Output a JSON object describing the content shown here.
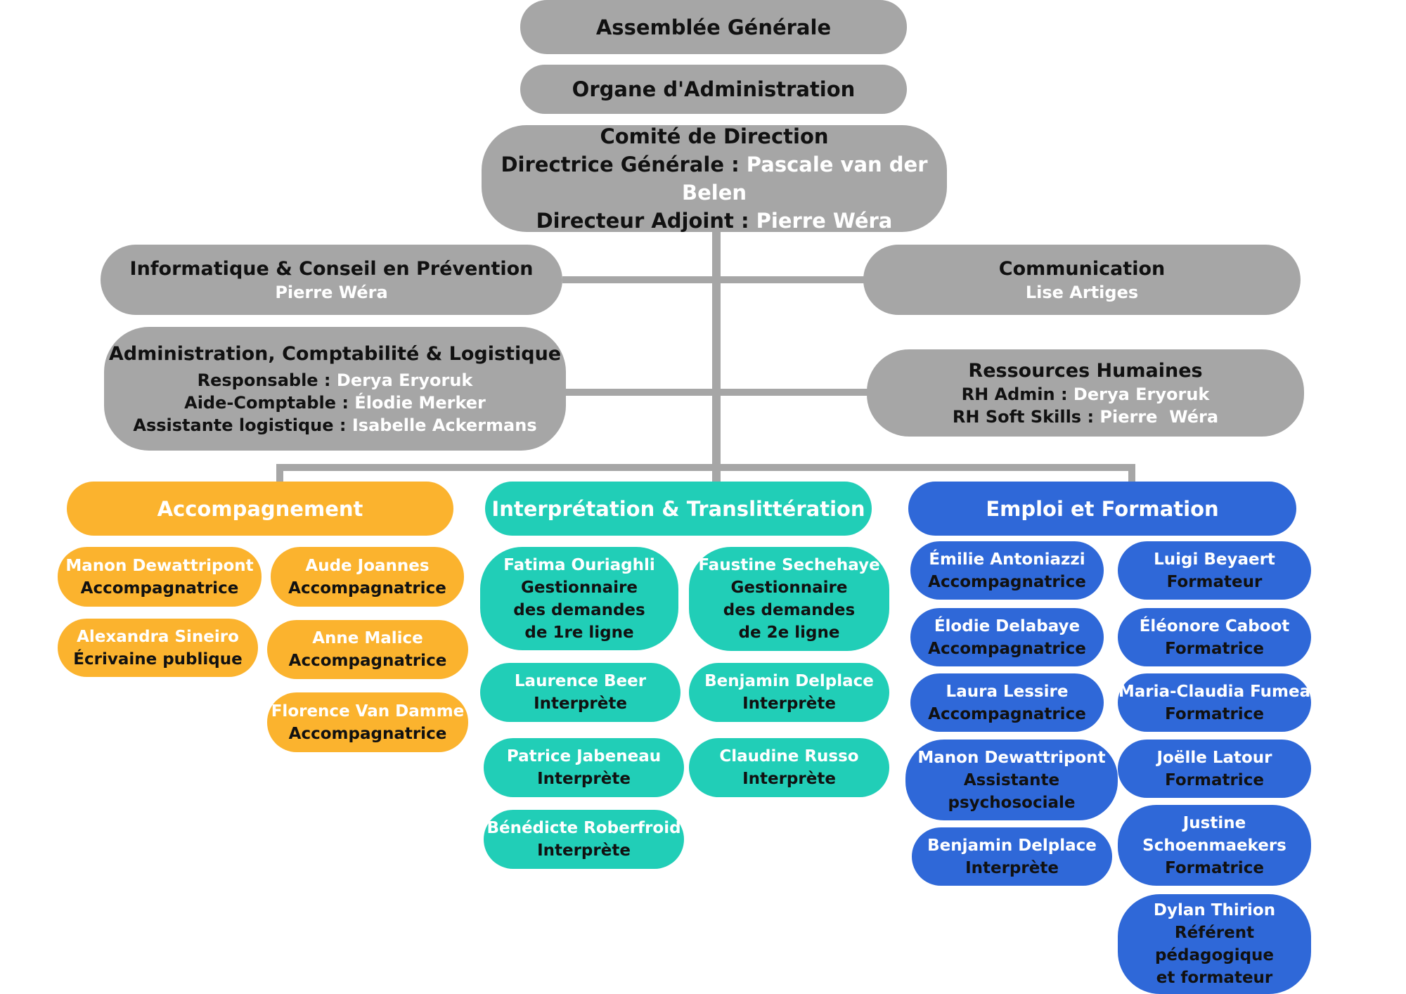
{
  "top": {
    "assemblee": "Assemblée Générale",
    "organe": "Organe d'Administration",
    "comite": {
      "title": "Comité de Direction",
      "dg_label": "Directrice Générale : ",
      "dg_name": "Pascale van der Belen",
      "da_label": "Directeur Adjoint : ",
      "da_name": "Pierre Wéra"
    }
  },
  "side": {
    "informatique": {
      "title": "Informatique & Conseil en Prévention",
      "name": "Pierre Wéra"
    },
    "communication": {
      "title": "Communication",
      "name": "Lise Artiges"
    },
    "administration": {
      "title": "Administration, Comptabilité & Logistique",
      "rows": [
        {
          "label": "Responsable : ",
          "name": "Derya Eryoruk"
        },
        {
          "label": "Aide-Comptable : ",
          "name": "Élodie Merker"
        },
        {
          "label": "Assistante logistique : ",
          "name": "Isabelle Ackermans"
        }
      ]
    },
    "rh": {
      "title": "Ressources Humaines",
      "rows": [
        {
          "label": "RH Admin : ",
          "name": "Derya Eryoruk"
        },
        {
          "label": "RH Soft Skills : ",
          "name": "Pierre  Wéra"
        }
      ]
    }
  },
  "departments": {
    "accompagnement": {
      "title": "Accompagnement",
      "members": [
        {
          "name": "Manon Dewattripont",
          "role": "Accompagnatrice"
        },
        {
          "name": "Aude Joannes",
          "role": "Accompagnatrice"
        },
        {
          "name": "Alexandra Sineiro",
          "role": "Écrivaine publique"
        },
        {
          "name": "Anne Malice",
          "role": "Accompagnatrice"
        },
        {
          "name": "Florence Van Damme",
          "role": "Accompagnatrice"
        }
      ]
    },
    "interpretation": {
      "title": "Interprétation & Translittération",
      "members": [
        {
          "name": "Fatima Ouriaghli",
          "role": [
            "Gestionnaire",
            "des demandes",
            "de 1re ligne"
          ]
        },
        {
          "name": "Faustine Sechehaye",
          "role": [
            "Gestionnaire",
            "des demandes",
            "de 2e ligne"
          ]
        },
        {
          "name": "Laurence Beer",
          "role": "Interprète"
        },
        {
          "name": "Benjamin Delplace",
          "role": "Interprète"
        },
        {
          "name": "Patrice Jabeneau",
          "role": "Interprète"
        },
        {
          "name": "Claudine Russo",
          "role": "Interprète"
        },
        {
          "name": "Bénédicte Roberfroid",
          "role": "Interprète"
        }
      ]
    },
    "emploi": {
      "title": "Emploi et Formation",
      "members": [
        {
          "name": "Émilie Antoniazzi",
          "role": "Accompagnatrice"
        },
        {
          "name": "Luigi Beyaert",
          "role": "Formateur"
        },
        {
          "name": "Élodie Delabaye",
          "role": "Accompagnatrice"
        },
        {
          "name": "Éléonore Caboot",
          "role": "Formatrice"
        },
        {
          "name": "Laura Lessire",
          "role": "Accompagnatrice"
        },
        {
          "name": "Maria-Claudia Fumea",
          "role": "Formatrice"
        },
        {
          "name": "Manon Dewattripont",
          "role": [
            "Assistante",
            "psychosociale"
          ]
        },
        {
          "name": "Joëlle Latour",
          "role": "Formatrice"
        },
        {
          "name": "Benjamin Delplace",
          "role": "Interprète"
        },
        {
          "name": [
            "Justine",
            "Schoenmaekers"
          ],
          "role": "Formatrice"
        },
        {
          "name": "Dylan Thirion",
          "role": [
            "Référent",
            "pédagogique",
            "et formateur"
          ]
        }
      ]
    }
  },
  "colors": {
    "gray": "#a6a6a6",
    "accompagnement": "#fbb32e",
    "interpretation": "#21ceb7",
    "emploi": "#2f68d8"
  }
}
